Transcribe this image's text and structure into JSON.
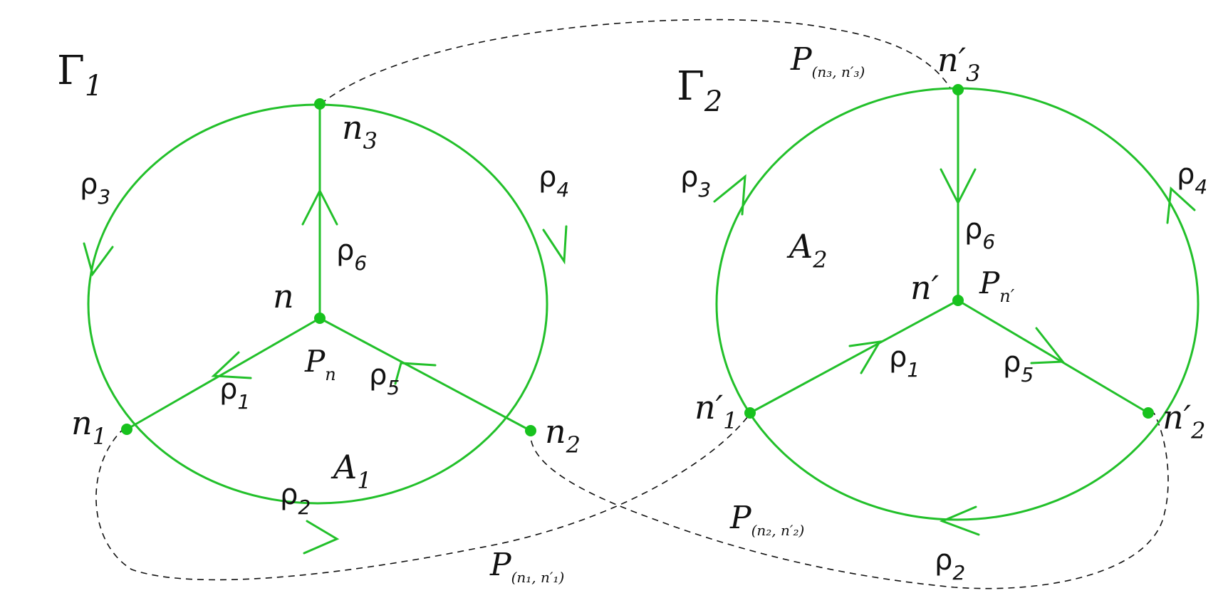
{
  "graph1": {
    "name": "Γ",
    "name_sub": "1",
    "area": "A",
    "area_sub": "1",
    "center_node": "n",
    "center_point": "P",
    "center_point_sub": "n",
    "n1": "n",
    "n1_sub": "1",
    "n2": "n",
    "n2_sub": "2",
    "n3": "n",
    "n3_sub": "3",
    "rho": "ρ",
    "r1": "1",
    "r2": "2",
    "r3": "3",
    "r4": "4",
    "r5": "5",
    "r6": "6"
  },
  "graph2": {
    "name": "Γ",
    "name_sub": "2",
    "area": "A",
    "area_sub": "2",
    "center_node": "n′",
    "center_point": "P",
    "center_point_sub": "n′",
    "n1": "n′",
    "n1_sub": "1",
    "n2": "n′",
    "n2_sub": "2",
    "n3": "n′",
    "n3_sub": "3",
    "rho": "ρ",
    "r1": "1",
    "r2": "2",
    "r3": "3",
    "r4": "4",
    "r5": "5",
    "r6": "6"
  },
  "paths": {
    "p": "P",
    "p13_sub": "(n₁, n′₁)",
    "p23_sub": "(n₂, n′₂)",
    "p33_sub": "(n₃, n′₃)"
  },
  "colors": {
    "edge": "#22c02a",
    "node": "#18c21e",
    "dashed": "#111111"
  }
}
